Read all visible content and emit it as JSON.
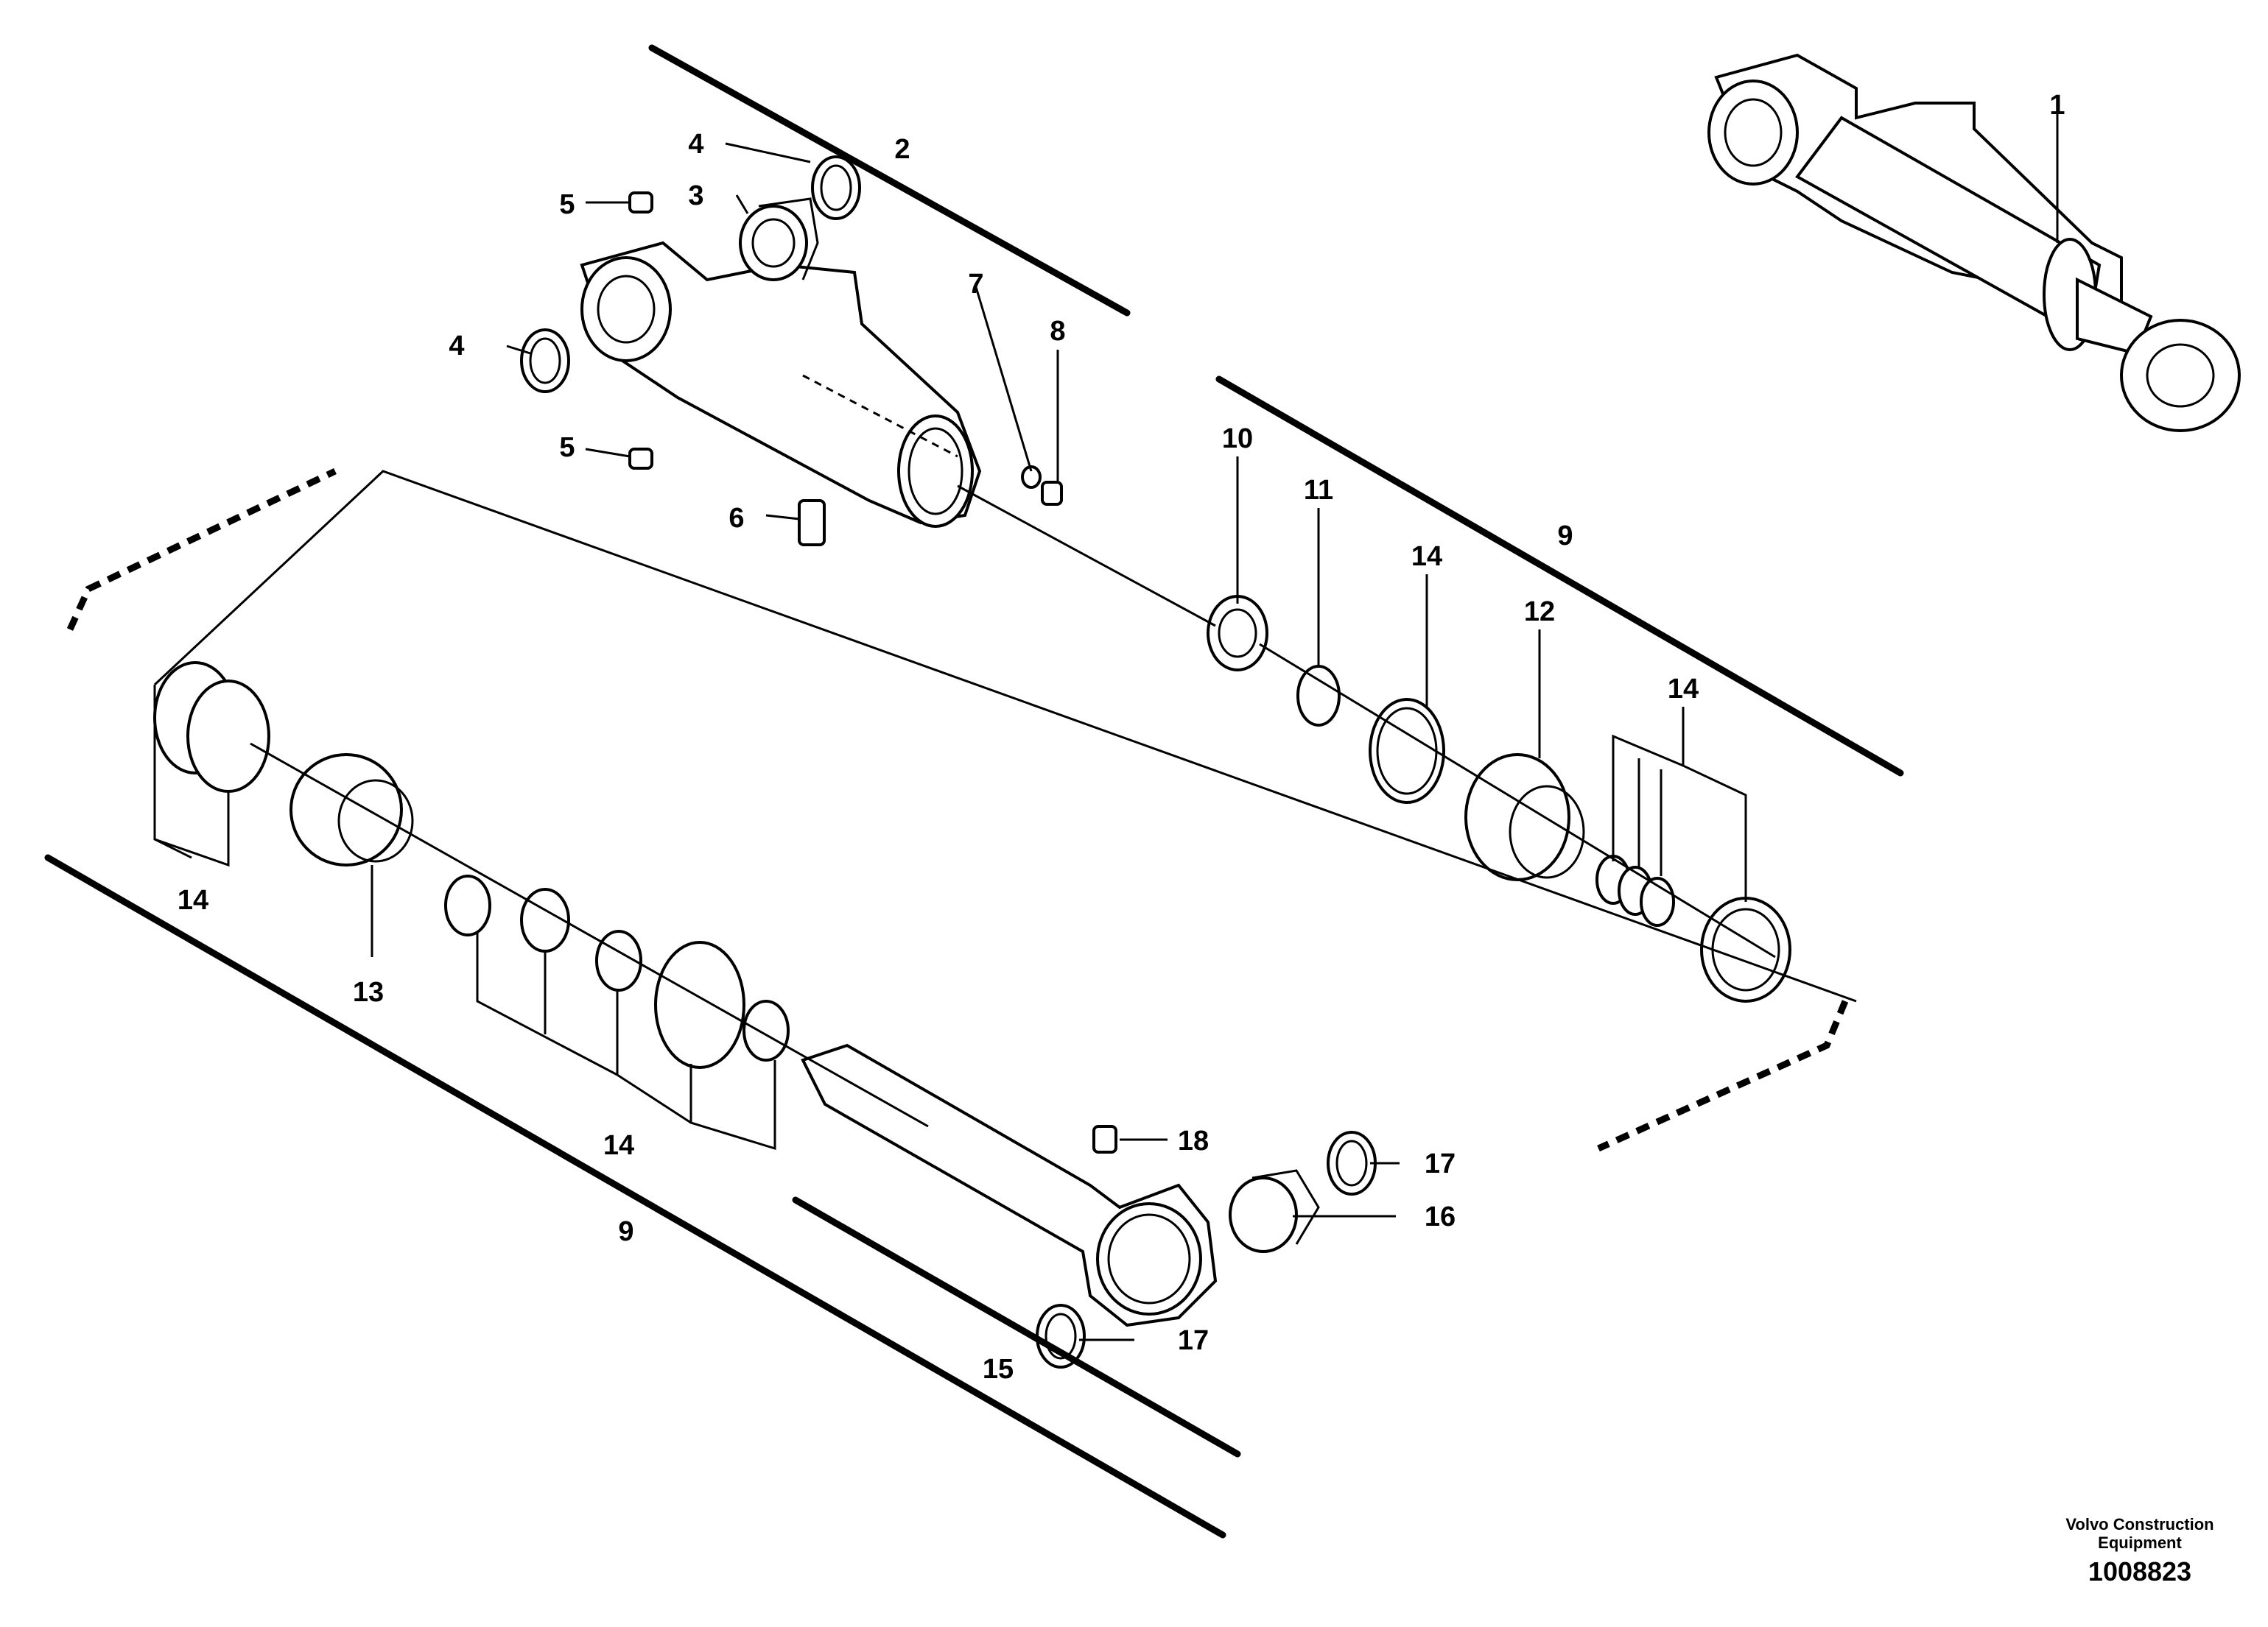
{
  "callouts": [
    "1",
    "2",
    "3",
    "4",
    "4",
    "5",
    "5",
    "6",
    "7",
    "8",
    "9",
    "9",
    "10",
    "11",
    "12",
    "13",
    "14",
    "14",
    "14",
    "14",
    "15",
    "16",
    "17",
    "17",
    "18"
  ],
  "footer": {
    "company_line1": "Volvo Construction",
    "company_line2": "Equipment",
    "drawing_number": "1008823"
  }
}
